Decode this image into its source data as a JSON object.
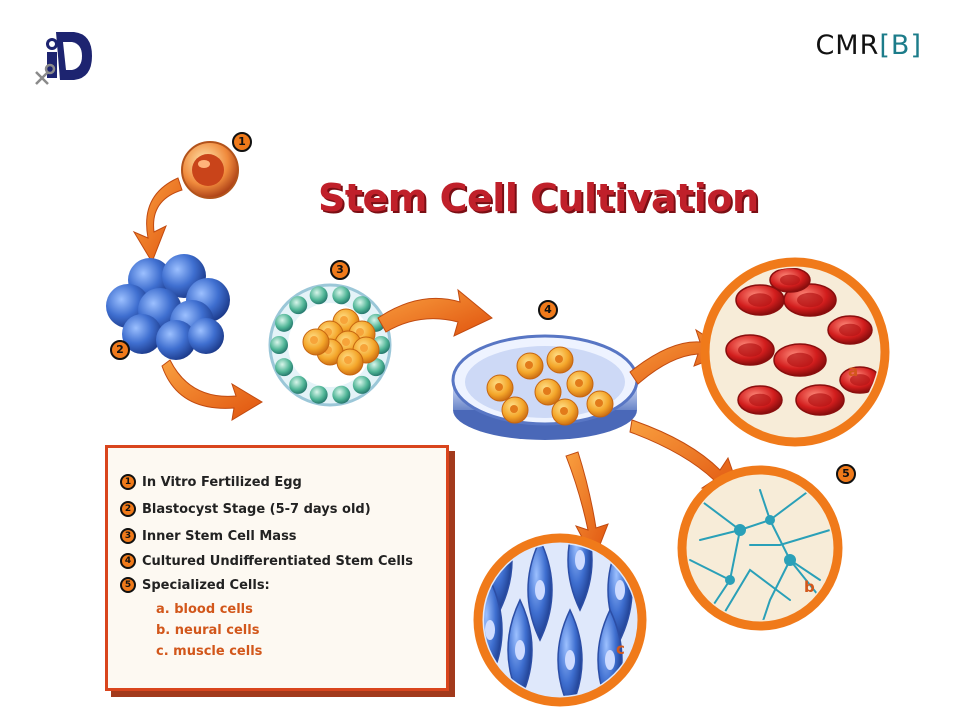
{
  "brand": {
    "name": "CMR",
    "bracket_open": "[",
    "letter": "B",
    "bracket_close": "]"
  },
  "logo": {
    "icon": "institution-logo-icon"
  },
  "diagram": {
    "title": "Stem Cell Cultivation",
    "step_badges": [
      "1",
      "2",
      "3",
      "4",
      "5"
    ],
    "panel_letters": {
      "a": "a",
      "b": "b",
      "c": "c"
    }
  },
  "legend": {
    "items": [
      {
        "num": "1",
        "text": "In Vitro Fertilized Egg"
      },
      {
        "num": "2",
        "text": "Blastocyst Stage (5-7 days old)"
      },
      {
        "num": "3",
        "text": "Inner Stem Cell Mass"
      },
      {
        "num": "4",
        "text": "Cultured Undifferentiated Stem Cells"
      },
      {
        "num": "5",
        "text": "Specialized Cells:"
      }
    ],
    "sub_items": [
      "a.  blood cells",
      "b.  neural cells",
      "c.  muscle cells"
    ]
  },
  "colors": {
    "accent_orange": "#f07a1a",
    "title_red": "#c0202a",
    "cell_blue": "#3f6fd0",
    "blood_red": "#d21d1d",
    "neural_teal": "#2aa0b8"
  }
}
